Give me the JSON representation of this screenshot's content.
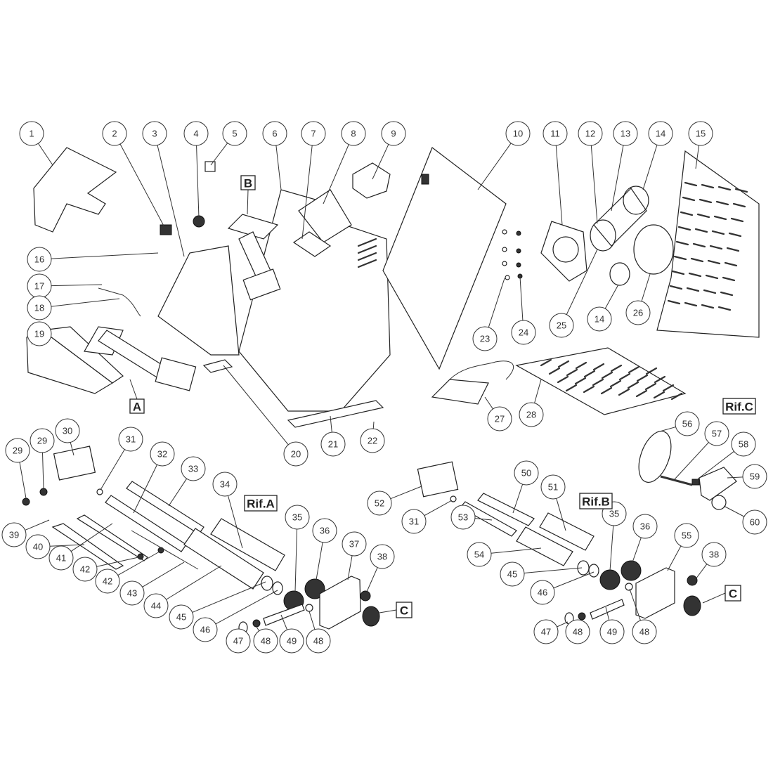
{
  "callouts": [
    "1",
    "2",
    "3",
    "4",
    "5",
    "6",
    "7",
    "8",
    "9",
    "10",
    "11",
    "12",
    "13",
    "14",
    "15",
    "16",
    "17",
    "18",
    "19",
    "20",
    "21",
    "22",
    "23",
    "24",
    "25",
    "14",
    "26",
    "27",
    "28",
    "29",
    "29",
    "30",
    "31",
    "32",
    "33",
    "34",
    "35",
    "36",
    "37",
    "38",
    "39",
    "40",
    "41",
    "42",
    "42",
    "43",
    "44",
    "45",
    "46",
    "47",
    "48",
    "49",
    "48",
    "52",
    "31",
    "50",
    "51",
    "53",
    "54",
    "45",
    "46",
    "35",
    "36",
    "55",
    "38",
    "47",
    "48",
    "49",
    "48",
    "56",
    "57",
    "58",
    "59",
    "60"
  ],
  "reference_boxes": [
    "B",
    "A",
    "Rif.A",
    "Rif.B",
    "Rif.C",
    "C",
    "C"
  ]
}
